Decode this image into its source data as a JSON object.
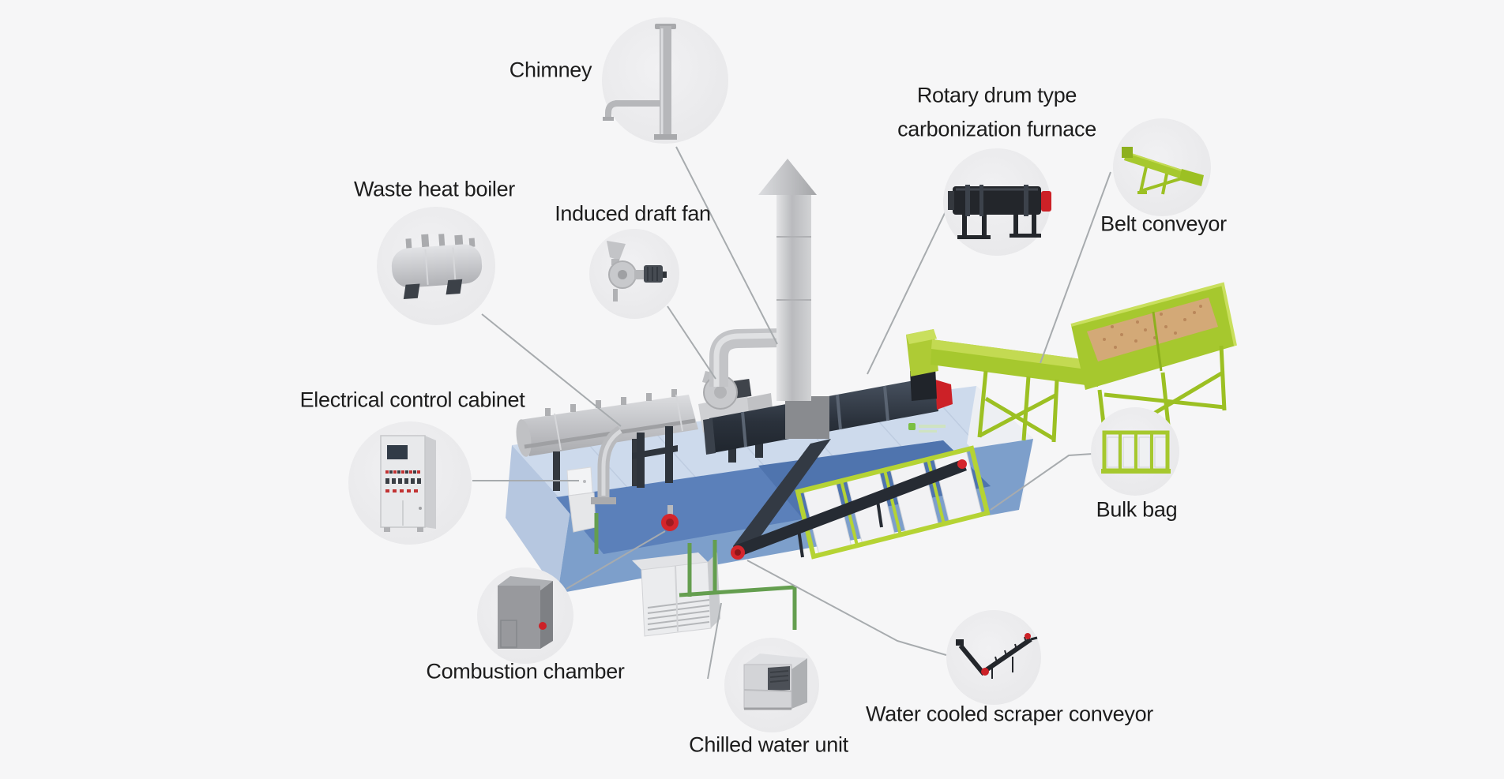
{
  "page": {
    "background": "#f6f6f7",
    "type": "labeled-equipment-diagram"
  },
  "callouts": {
    "chimney": {
      "label": "Chimney",
      "thumbnail": "vertical-pipe-with-side-elbow"
    },
    "waste_heat_boiler": {
      "label": "Waste heat boiler",
      "thumbnail": "horizontal-boiler-cylinder"
    },
    "induced_draft_fan": {
      "label": "Induced draft fan",
      "thumbnail": "centrifugal-fan-with-motor"
    },
    "rotary_drum": {
      "label_line1": "Rotary drum type",
      "label_line2": "carbonization furnace",
      "thumbnail": "black-drum-with-red-cap"
    },
    "belt_conveyor": {
      "label": "Belt conveyor",
      "thumbnail": "green-inclined-conveyor"
    },
    "electrical_control_cabinet": {
      "label": "Electrical control cabinet",
      "thumbnail": "control-cabinet-with-indicators"
    },
    "combustion_chamber": {
      "label": "Combustion chamber",
      "thumbnail": "gray-box-with-red-knob"
    },
    "chilled_water_unit": {
      "label": "Chilled water unit",
      "thumbnail": "gray-chiller-box"
    },
    "water_cooled_scraper_conveyor": {
      "label": "Water cooled scraper conveyor",
      "thumbnail": "v-shaped-dark-conveyor"
    },
    "bulk_bag": {
      "label": "Bulk bag",
      "thumbnail": "four-white-bags-in-green-frame"
    }
  },
  "colors": {
    "text": "#1c1c1c",
    "callout_line": "#a7abae",
    "callout_circle_fill": "#ececee",
    "machine_green": "#a6c82e",
    "machine_green_light": "#c3da52",
    "accent_red": "#cc2127",
    "container_blue_top": "#cddaec",
    "container_blue_front": "#7d9fcb",
    "container_floor_blue": "#5b80ba",
    "metal_gray": "#c6c7ca",
    "drum_dark": "#2b313b",
    "wood_chips": "#d3a977",
    "pipe_green": "#649e4f"
  }
}
